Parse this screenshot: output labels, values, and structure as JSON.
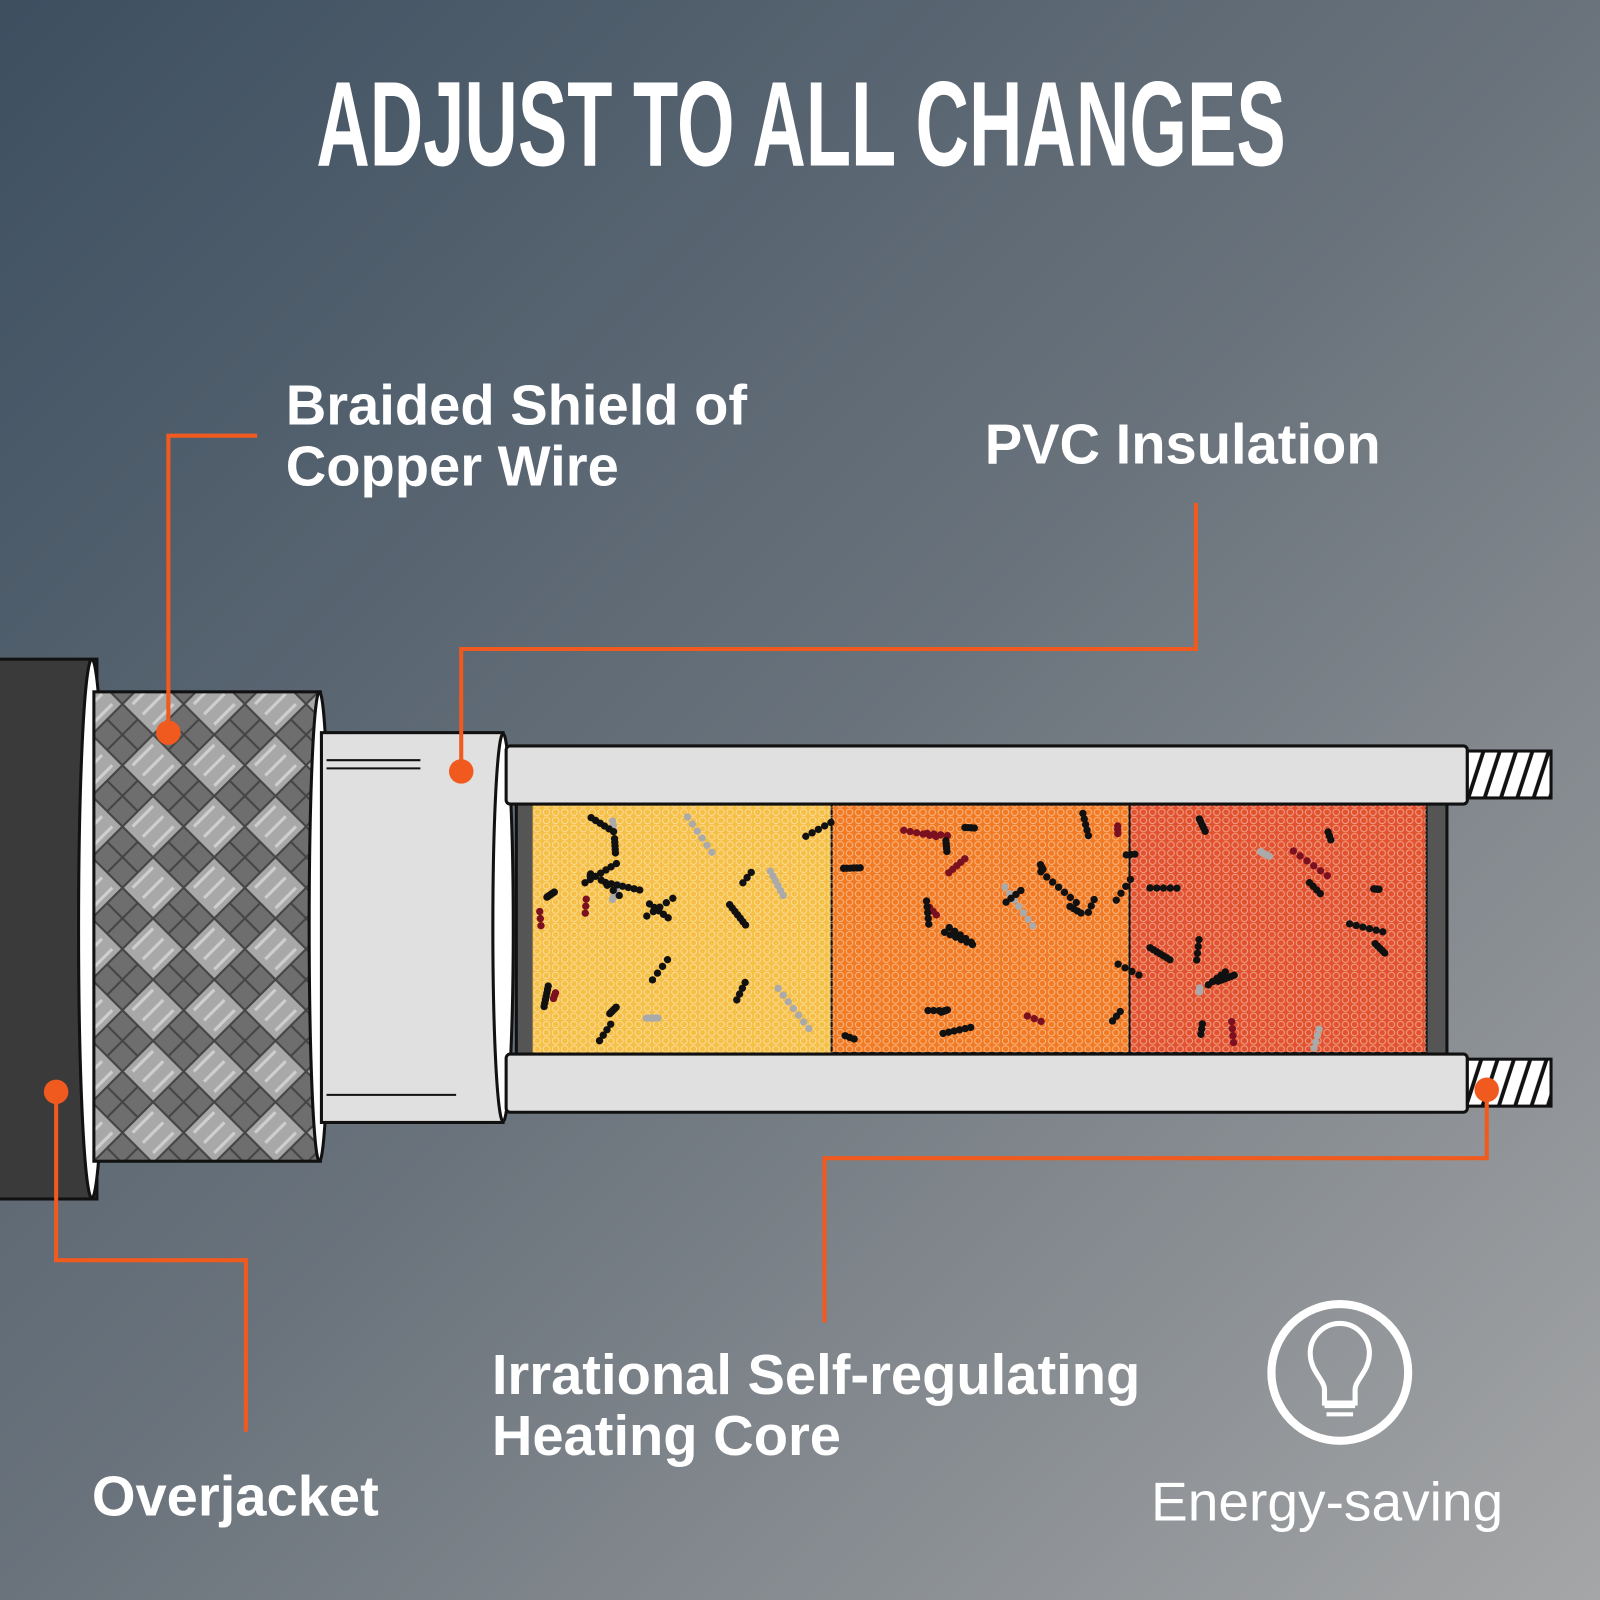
{
  "title": "ADJUST TO ALL CHANGES",
  "labels": {
    "braided_line1": "Braided Shield of",
    "braided_line2": "Copper Wire",
    "pvc": "PVC Insulation",
    "core_line1": "Irrational Self-regulating",
    "core_line2": "Heating Core",
    "overjacket": "Overjacket"
  },
  "feature": {
    "icon": "lightbulb-icon",
    "label": "Energy-saving"
  },
  "colors": {
    "accent": "#f15a1f",
    "core_yellow": "#f6bf45",
    "core_orange": "#f27a22",
    "core_red": "#e2522e",
    "overjacket": "#3a3a3a",
    "insulation": "#e0e0e0"
  }
}
